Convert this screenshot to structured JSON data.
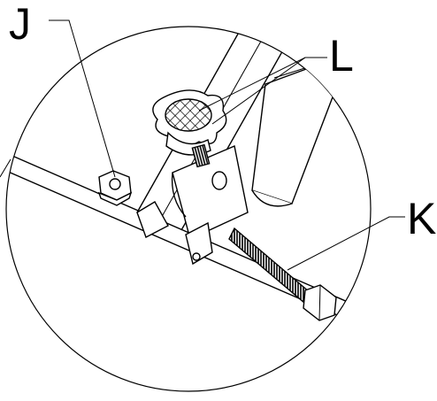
{
  "labels": {
    "j": "J",
    "k": "K",
    "l": "L"
  },
  "parts": {
    "nut": "hex-nut-icon",
    "bolt": "hex-bolt-icon",
    "knob": "star-knob-icon",
    "tube": "frame-tube",
    "plate": "base-plate"
  },
  "colors": {
    "line": "#000000",
    "background": "#ffffff"
  }
}
